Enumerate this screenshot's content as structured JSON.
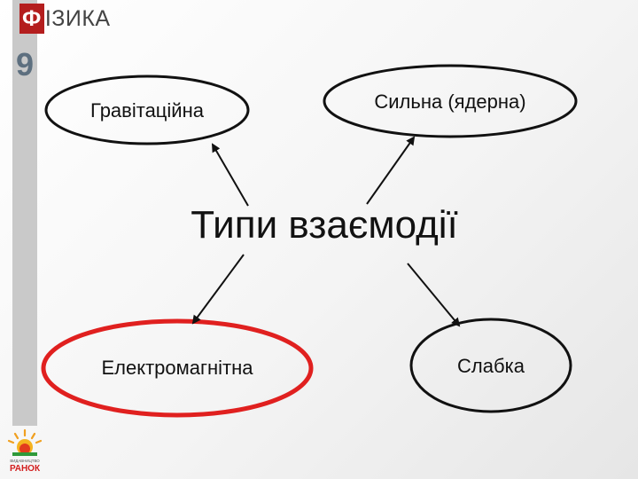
{
  "header": {
    "brand_first_letter": "Ф",
    "brand_rest": "ІЗИКА",
    "grade": "9"
  },
  "diagram": {
    "center_title": "Типи взаємодії",
    "nodes": [
      {
        "id": "gravitational",
        "label": "Гравітаційна",
        "highlighted": false
      },
      {
        "id": "strong",
        "label": "Сильна (ядерна)",
        "highlighted": false
      },
      {
        "id": "electromagnetic",
        "label": "Електромагнітна",
        "highlighted": true
      },
      {
        "id": "weak",
        "label": "Слабка",
        "highlighted": false
      }
    ]
  },
  "publisher": {
    "line1": "ВИДАВНИЦТВО",
    "line2": "РАНОК"
  },
  "colors": {
    "highlight": "#e0201f",
    "brand_red": "#b41e1e",
    "grade": "#5d6f7f",
    "sidebar": "#c9c9c9"
  }
}
